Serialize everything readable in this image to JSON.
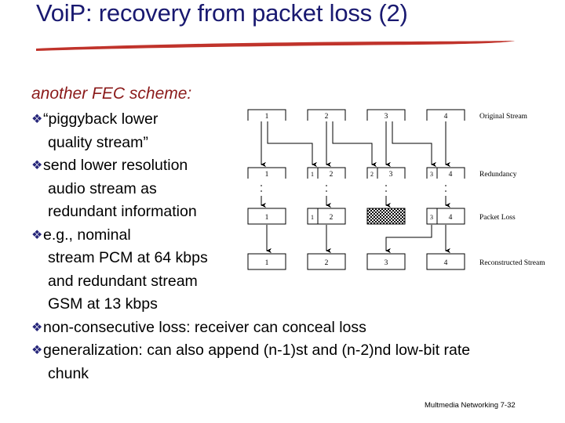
{
  "slide": {
    "title": "VoiP: recovery from packet loss (2)",
    "title_color": "#191970",
    "rule_color": "#c0332b",
    "lead": "another FEC scheme:",
    "lead_color": "#8b1a1a",
    "bullet_glyph": "❖",
    "bullet_color": "#26267a",
    "footer": "Multmedia Networking  7-32"
  },
  "bullets": [
    {
      "glyph": "❖",
      "lines": [
        "“piggyback lower",
        "quality stream”"
      ]
    },
    {
      "glyph": "❖",
      "lines": [
        "send lower resolution",
        "audio stream as",
        "redundant information"
      ]
    },
    {
      "glyph": "❖",
      "lines": [
        "e.g., nominal",
        "stream PCM at 64 kbps",
        "and redundant stream",
        "GSM at 13 kbps"
      ]
    },
    {
      "glyph": "❖",
      "lines": [
        "non-consecutive loss: receiver can conceal loss"
      ]
    },
    {
      "glyph": "❖",
      "lines": [
        "generalization: can also append (n-1)st and (n-2)nd low-bit rate",
        "chunk"
      ]
    }
  ],
  "diagram": {
    "rows": [
      {
        "label": "Original Stream",
        "cells": [
          "1",
          "2",
          "3",
          "4"
        ]
      },
      {
        "label": "Redundancy",
        "cells": [
          "1",
          "2",
          "3",
          "4"
        ],
        "redundant_prefix": [
          "",
          "1",
          "2",
          "3"
        ]
      },
      {
        "label": "Packet Loss",
        "cells": [
          "1",
          "2",
          "",
          "4"
        ],
        "redundant_prefix": [
          "",
          "1",
          "",
          "3"
        ],
        "lost_index": 2
      },
      {
        "label": "Reconstructed Stream",
        "cells": [
          "1",
          "2",
          "3",
          "4"
        ]
      }
    ]
  }
}
